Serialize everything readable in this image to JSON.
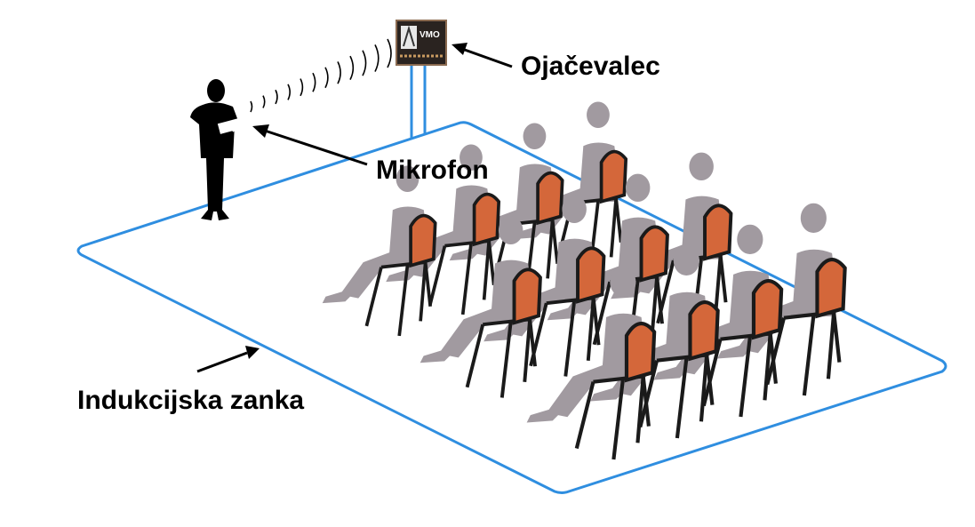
{
  "labels": {
    "amplifier": "Ojačevalec",
    "microphone": "Mikrofon",
    "loop": "Indukcijska zanka"
  },
  "amplifier_logo": "VMO",
  "colors": {
    "loop": "#2f8ee0",
    "person": "#a19aa0",
    "chair_back": "#d4673a",
    "chair_frame": "#1a1a1a",
    "speaker": "#000000",
    "arrow": "#000000"
  },
  "icons": [
    "speaker-figure",
    "amplifier-device",
    "sound-wave-icon",
    "audience-chair",
    "audience-person"
  ]
}
